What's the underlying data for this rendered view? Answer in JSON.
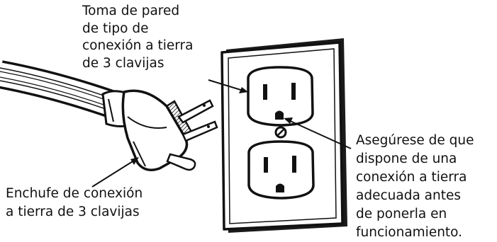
{
  "labels": {
    "wall_outlet": [
      "Toma de pared",
      "de tipo de",
      "conexión a tierra",
      "de 3 clavijas"
    ],
    "plug": [
      "Enchufe de conexión",
      "a tierra de 3 clavijas"
    ],
    "grounding_note": [
      "Asegúrese de que",
      "dispone de una",
      "conexión a tierra",
      "adecuada antes",
      "de ponerla en",
      "funcionamiento."
    ]
  },
  "colors": {
    "ink": "#111111",
    "plate_shadow": "#1a1a1a",
    "background": "#ffffff"
  }
}
